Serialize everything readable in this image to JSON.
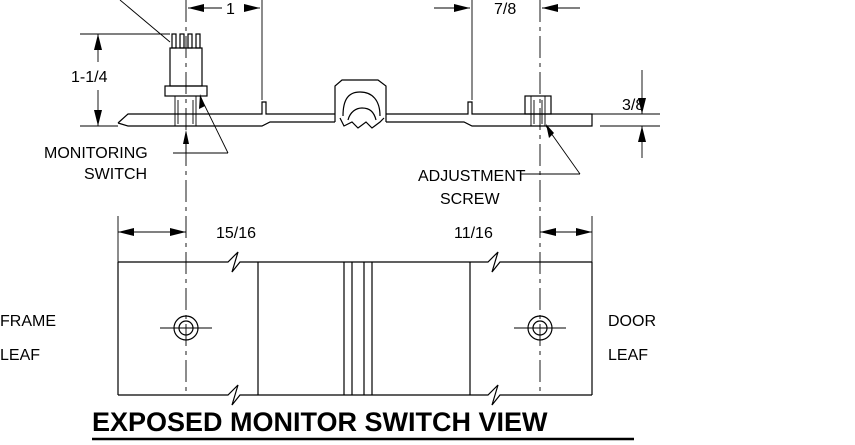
{
  "dimensions": {
    "switch_height": "1-1/4",
    "switch_offset": "1",
    "screw_offset": "7/8",
    "leaf_thickness": "3/8",
    "frame_hole_offset": "15/16",
    "door_hole_offset": "11/16"
  },
  "callouts": {
    "monitoring_switch_line1": "MONITORING",
    "monitoring_switch_line2": "SWITCH",
    "adjustment_screw_line1": "ADJUSTMENT",
    "adjustment_screw_line2": "SCREW"
  },
  "leaves": {
    "frame_line1": "FRAME",
    "frame_line2": "LEAF",
    "door_line1": "DOOR",
    "door_line2": "LEAF"
  },
  "title": "EXPOSED MONITOR SWITCH VIEW"
}
